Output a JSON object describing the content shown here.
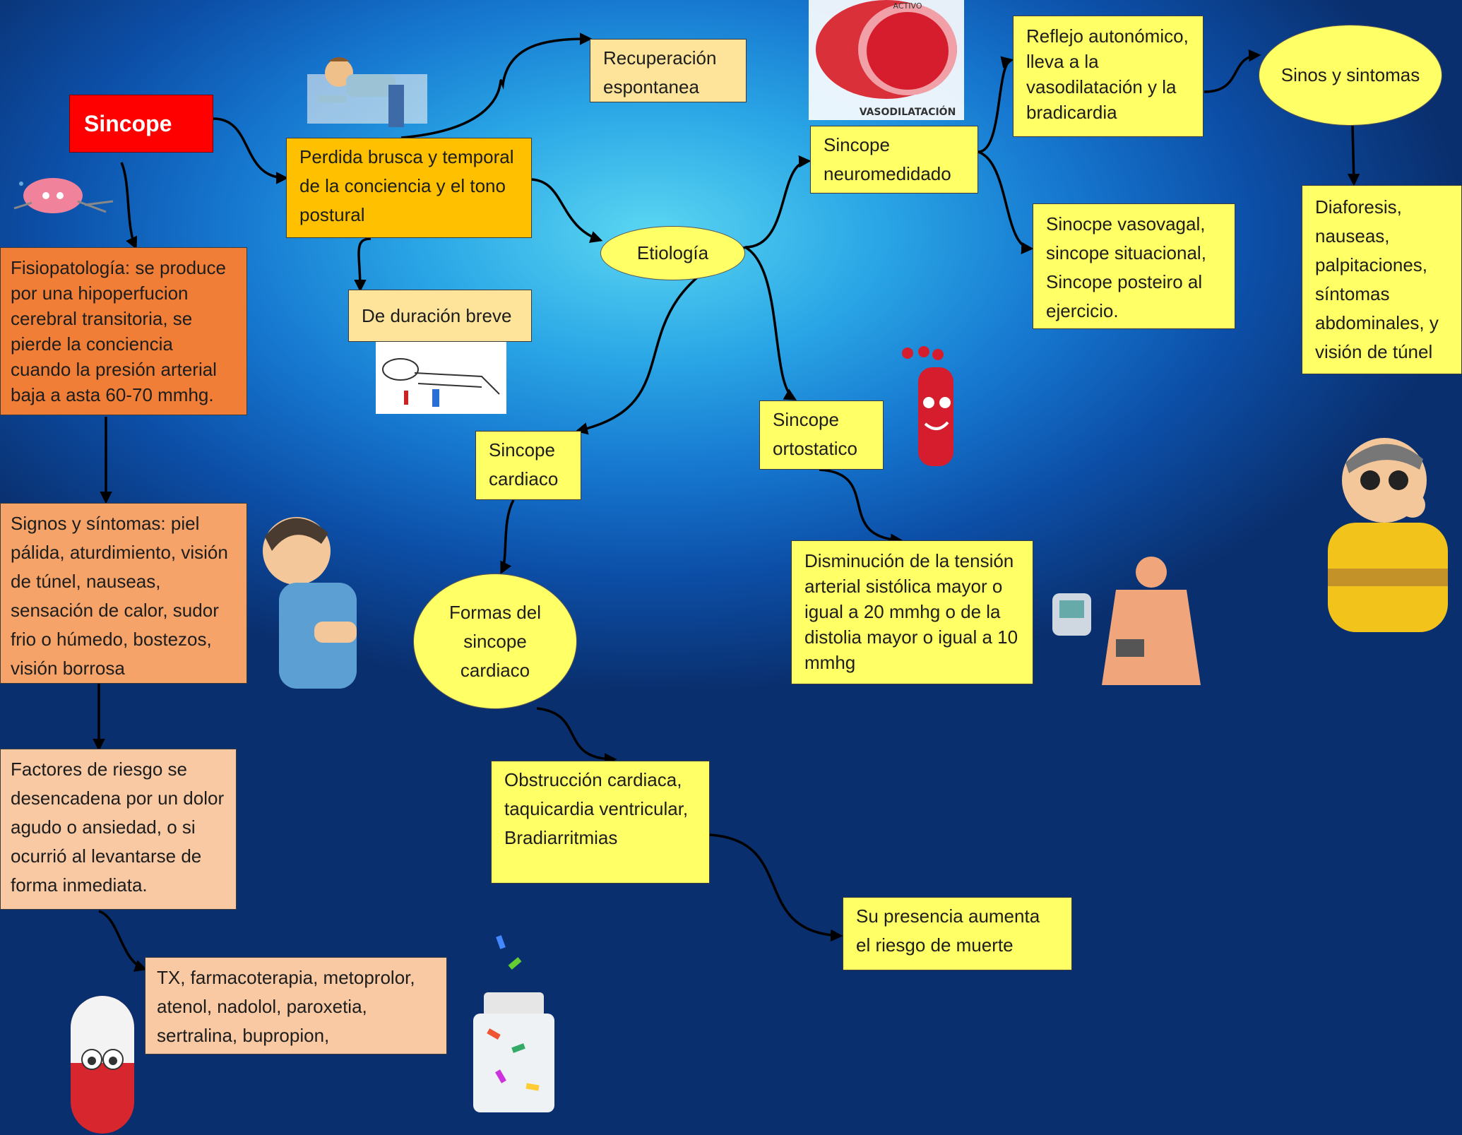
{
  "nodes": {
    "title": "Sincope",
    "perdida": "Perdida brusca y temporal de la conciencia y el tono postural",
    "recuperacion": "Recuperación espontanea",
    "duracion": "De duración breve",
    "etiologia": "Etiología",
    "neuromedidado": "Sincope neuromedidado",
    "reflejo": "Reflejo autonómico, lleva a la vasodilatación y la bradicardia",
    "sinos": "Sinos y sintomas",
    "diaforesis": "Diaforesis, nauseas, palpitaciones, síntomas abdominales, y visión de túnel",
    "sinocpe": "Sinocpe vasovagal, sincope situacional, Sincope posteiro al ejercicio.",
    "ortostatico": "Sincope ortostatico",
    "disminucion": "Disminución de la tensión arterial sistólica mayor o igual a 20 mmhg o de la distolia mayor o igual a 10 mmhg",
    "cardiaco": "Sincope cardiaco",
    "formas": "Formas del sincope cardiaco",
    "obstruccion": "Obstrucción cardiaca, taquicardia ventricular, Bradiarritmias",
    "presencia": "Su presencia aumenta el riesgo de muerte",
    "fisiopatologia": "Fisiopatología: se produce por una hipoperfucion cerebral transitoria, se pierde la conciencia cuando la presión arterial baja a asta 60-70 mmhg.",
    "signos": "Signos y síntomas: piel pálida, aturdimiento, visión de túnel, nauseas, sensación de calor, sudor frio o húmedo, bostezos, visión borrosa",
    "factores": "Factores de riesgo se desencadena por un dolor agudo o ansiedad, o si ocurrió al levantarse de forma inmediata.",
    "tx": "TX, farmacoterapia, metoprolor, atenol, nadolol, paroxetia, sertralina, bupropion,"
  },
  "illustrations": {
    "vasodilatacion_label": "VASODILATACIÓN",
    "activo_label": "ACTIVO"
  },
  "colors": {
    "title_red": "#ff0000",
    "yellow": "#ffff66",
    "gold": "#ffc000",
    "orange": "#f07e37",
    "peach": "#f8c9a3"
  }
}
